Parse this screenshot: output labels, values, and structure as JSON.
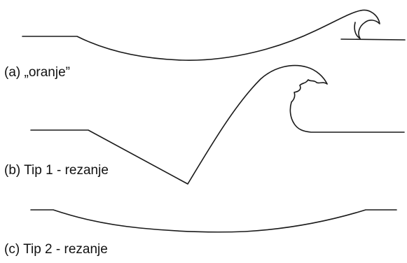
{
  "panels": [
    {
      "id": "a",
      "caption": "(a) „oranje”"
    },
    {
      "id": "b",
      "caption": "(b) Tip 1 - rezanje"
    },
    {
      "id": "c",
      "caption": "(c) Tip 2 - rezanje"
    }
  ],
  "colors": {
    "line": "#1a1a1a",
    "text": "#111111",
    "background": "#ffffff"
  }
}
